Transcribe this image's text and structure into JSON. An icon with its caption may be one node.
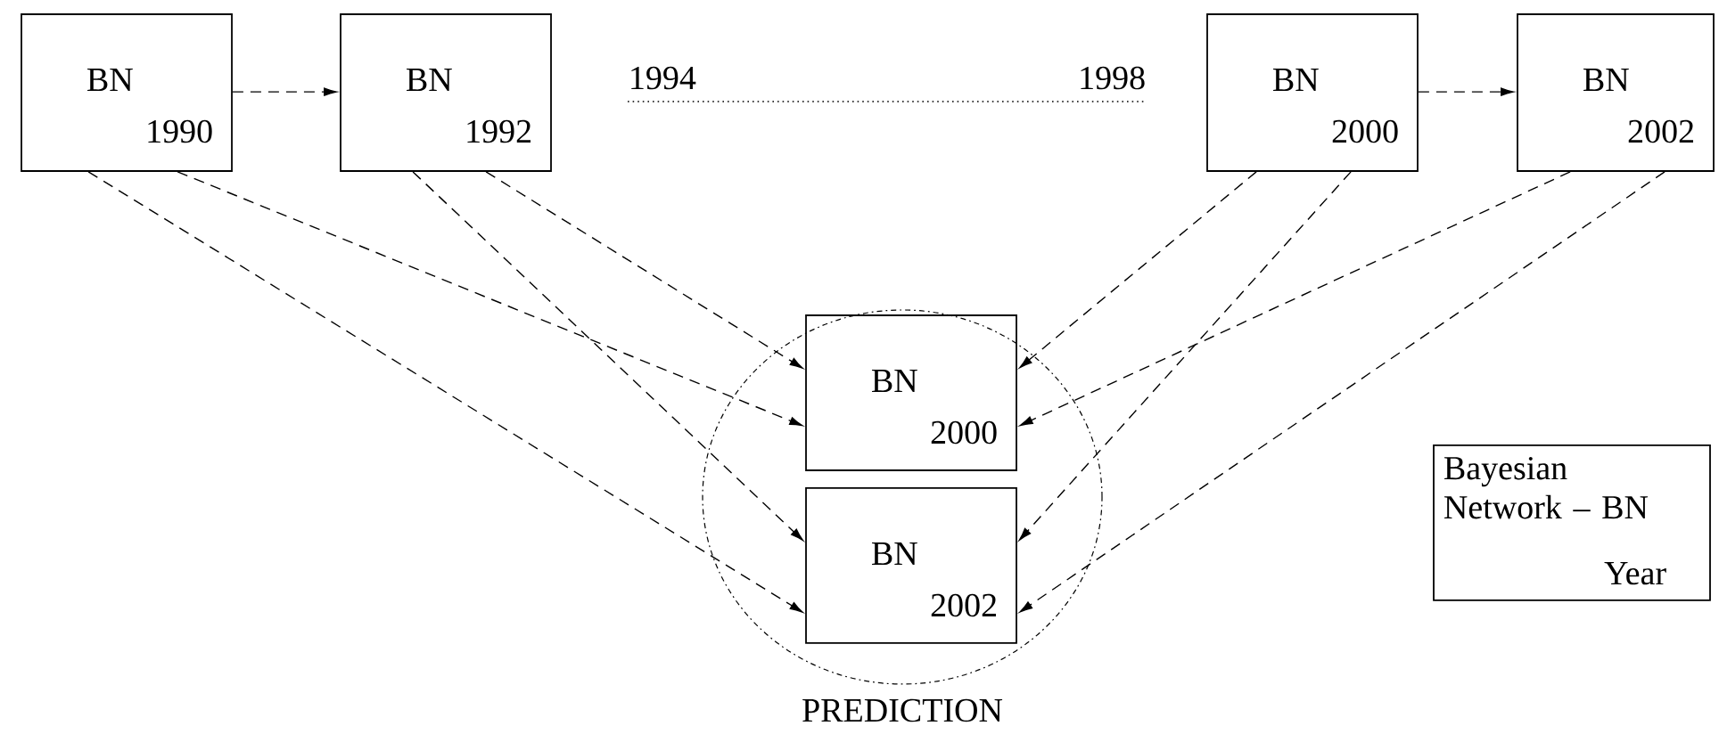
{
  "diagram": {
    "nodes": [
      {
        "text": [
          "BN",
          "1990"
        ]
      },
      {
        "text": [
          "BN",
          "1992"
        ]
      },
      {
        "text": [
          "BN",
          "2000"
        ]
      },
      {
        "text": [
          "BN",
          "2002"
        ]
      },
      {
        "text": [
          "PREDICTION"
        ]
      },
      {
        "text": [
          "BN",
          "2000"
        ],
        "in": 4
      },
      {
        "text": [
          "BN",
          "2002"
        ],
        "in": 4
      },
      {
        "text": [
          "Bayesian Network – BN",
          "Year"
        ]
      }
    ],
    "edges": [
      {
        "from": 0,
        "to": 1,
        "arrow": "to",
        "style": "dashed"
      },
      {
        "from": 2,
        "to": 3,
        "arrow": "to",
        "style": "dashed"
      },
      {
        "from": 0,
        "to": 6,
        "arrow": "to",
        "style": "dashed"
      },
      {
        "from": 0,
        "to": 5,
        "arrow": "to",
        "style": "dashed"
      },
      {
        "from": 1,
        "to": 6,
        "arrow": "to",
        "style": "dashed"
      },
      {
        "from": 1,
        "to": 5,
        "arrow": "to",
        "style": "dashed"
      },
      {
        "from": 2,
        "to": 5,
        "arrow": "to",
        "style": "dashed"
      },
      {
        "from": 2,
        "to": 6,
        "arrow": "to",
        "style": "dashed"
      },
      {
        "from": 3,
        "to": 5,
        "arrow": "to",
        "style": "dashed"
      },
      {
        "from": 3,
        "to": 6,
        "arrow": "to",
        "style": "dashed"
      }
    ],
    "labels": [
      "1994",
      "1998"
    ]
  }
}
